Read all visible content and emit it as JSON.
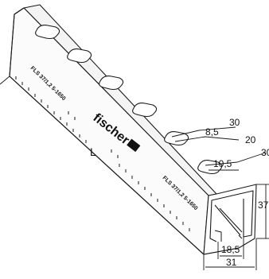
{
  "diagram": {
    "brand": "fischer",
    "stamp_text": "FLS 37/1,2 5-1650",
    "length_label": "L",
    "dimensions": {
      "slot_length": "30",
      "slot_width": "8,5",
      "slot_pitch": "20",
      "third_dim": "30",
      "slot_offset": "10,5",
      "height": "37",
      "opening": "18,5",
      "width": "31"
    }
  }
}
